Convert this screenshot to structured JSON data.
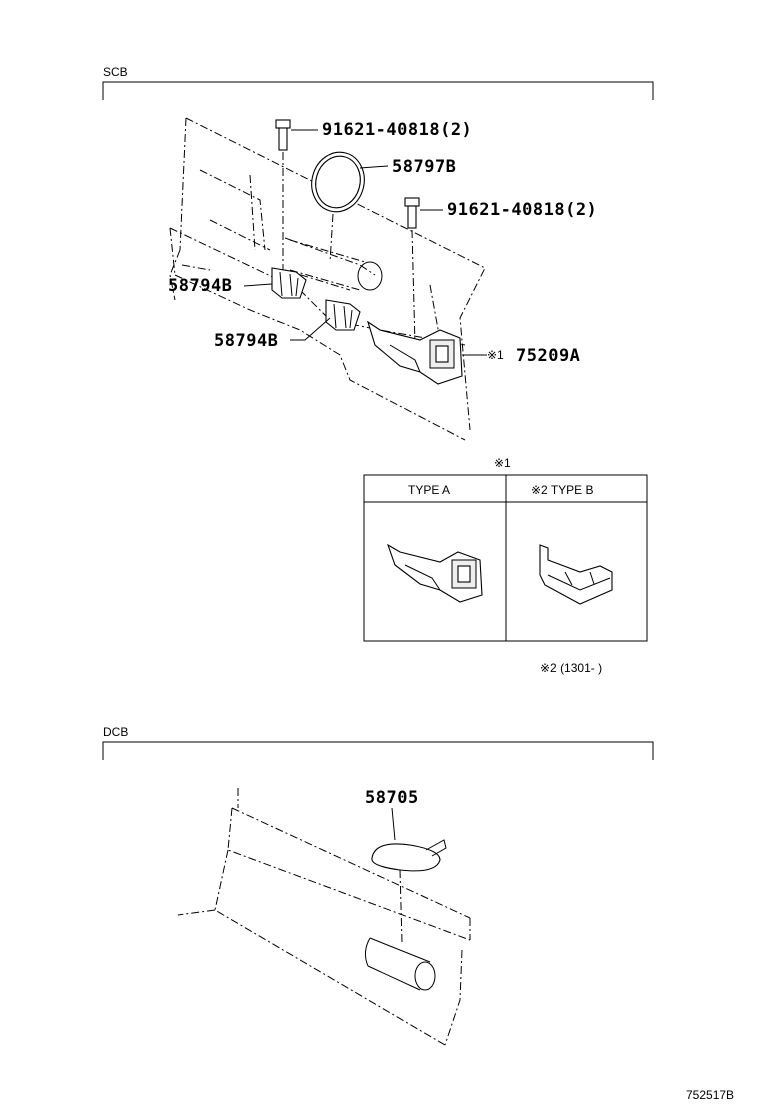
{
  "sections": {
    "scb": {
      "label": "SCB"
    },
    "dcb": {
      "label": "DCB"
    }
  },
  "parts": {
    "bolt_upper": "91621-40818(2)",
    "ring": "58797B",
    "bolt_right": "91621-40818(2)",
    "clip_upper": "58794B",
    "clip_lower": "58794B",
    "bracket_mark": "※1",
    "bracket": "75209A",
    "cable": "58705"
  },
  "type_table": {
    "title": "※1",
    "col_a": "TYPE A",
    "col_b": "※2  TYPE B"
  },
  "footnote": "※2 (1301-      )",
  "figure_id": "752517B"
}
